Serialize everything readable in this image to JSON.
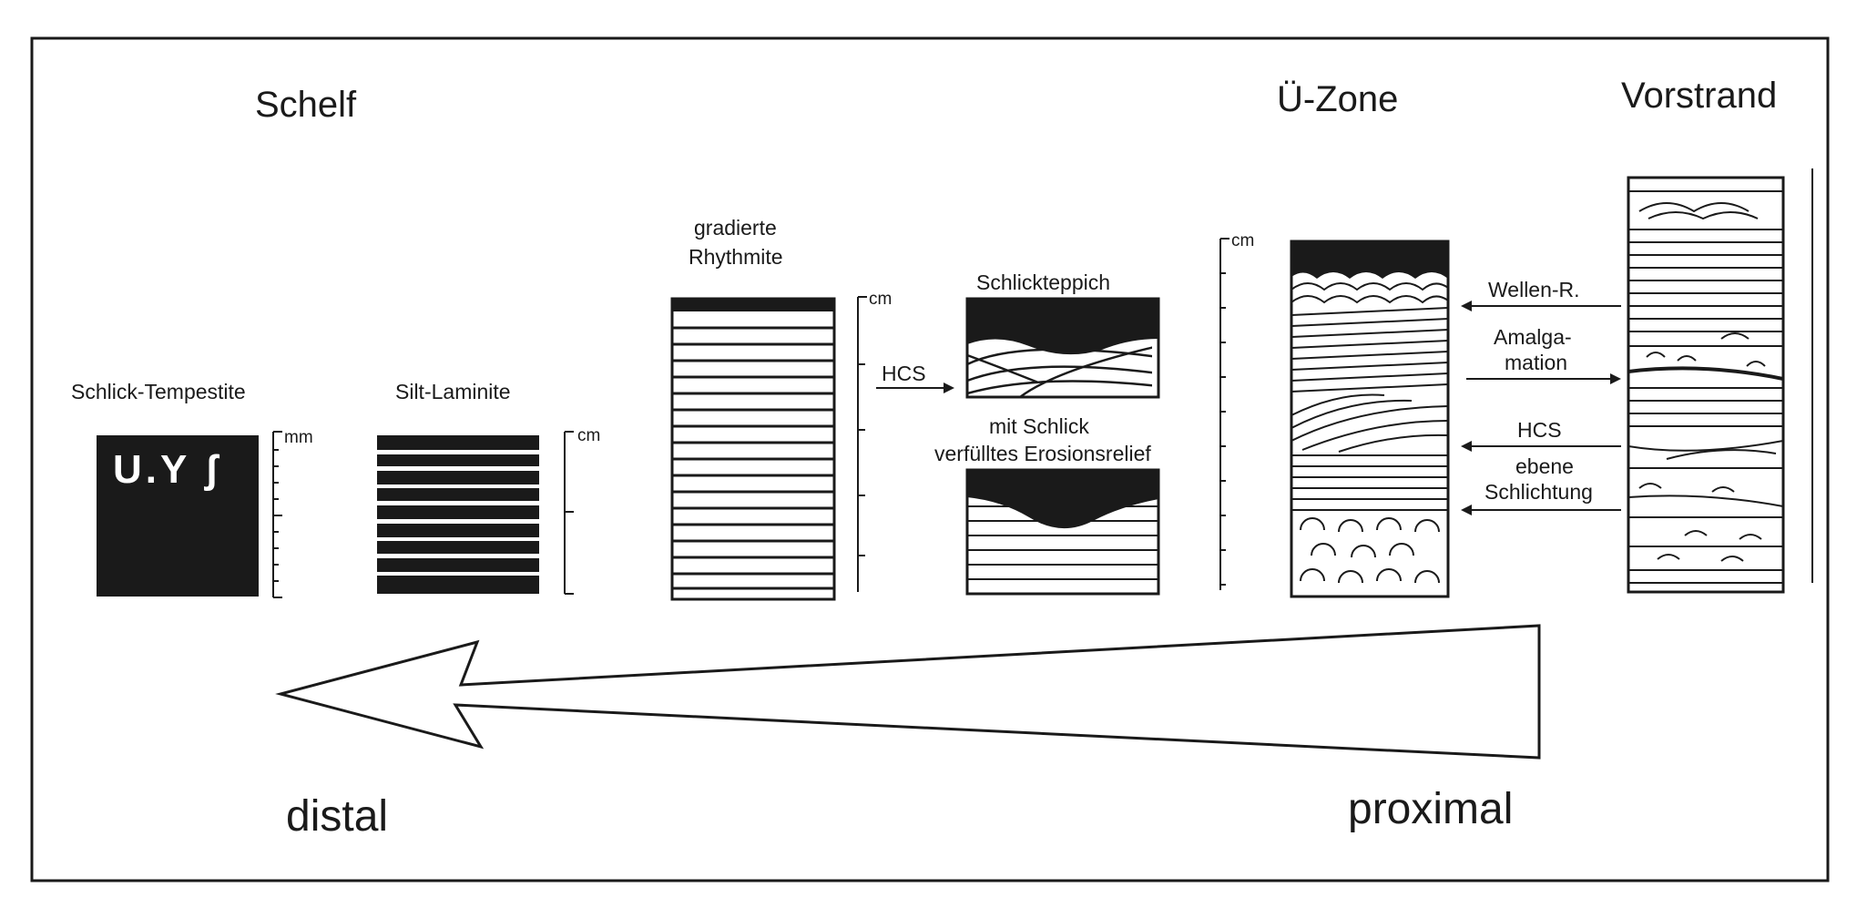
{
  "zones": {
    "shelf": "Schelf",
    "transition": "Ü-Zone",
    "foreshore": "Vorstrand"
  },
  "columns": {
    "tempestite": {
      "label": "Schlick-Tempestite",
      "unit": "mm",
      "trace_marks": "U.Y ʃ"
    },
    "laminite": {
      "label": "Silt-Laminite",
      "unit": "cm"
    },
    "rhythmite": {
      "label_line1": "gradierte",
      "label_line2": "Rhythmite",
      "unit": "cm"
    },
    "mud_carpet": {
      "label": "Schlickteppich"
    },
    "erosion_relief": {
      "label_line1": "mit Schlick",
      "label_line2": "verfülltes Erosionsrelief"
    },
    "transition_unit": "cm"
  },
  "annotations": {
    "hcs_left": "HCS",
    "wave_ripples": "Wellen-R.",
    "amalgamation_line1": "Amalga-",
    "amalgamation_line2": "mation",
    "hcs_right": "HCS",
    "planar_line1": "ebene",
    "planar_line2": "Schlichtung"
  },
  "gradient": {
    "distal": "distal",
    "proximal": "proximal"
  },
  "colors": {
    "ink": "#1a1a1a",
    "paper": "#ffffff",
    "mud": "#1a1a1a"
  }
}
